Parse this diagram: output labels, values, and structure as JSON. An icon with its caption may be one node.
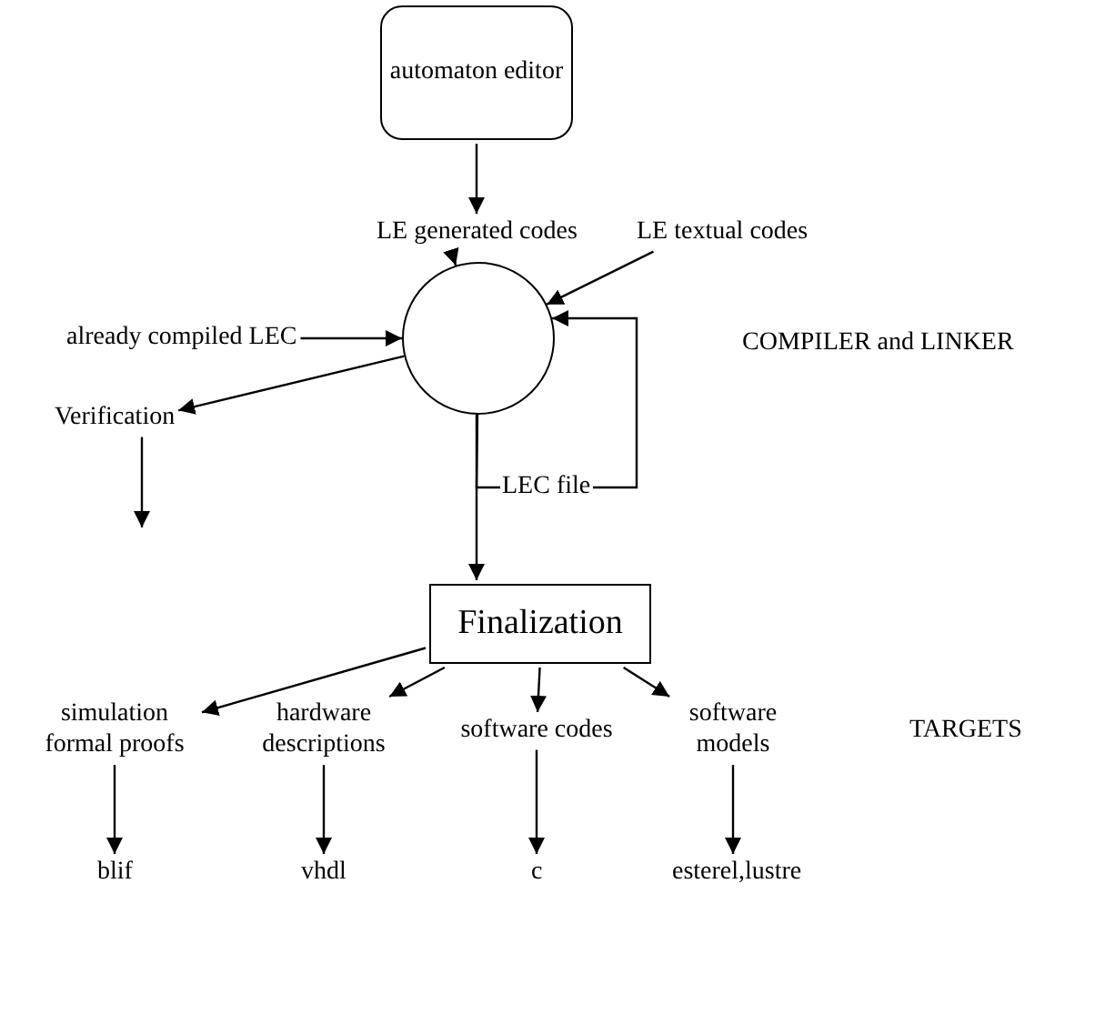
{
  "diagram": {
    "nodes": [
      {
        "text": [
          "automaton editor"
        ]
      },
      {
        "text": [
          "LE generated codes"
        ]
      },
      {
        "text": [
          "LE textual codes"
        ]
      },
      {
        "text": [
          "already compiled LEC"
        ]
      },
      {
        "text": [],
        "shape": "circle"
      },
      {
        "text": [
          "Verification"
        ]
      },
      {
        "text": [
          "Finalization"
        ]
      },
      {
        "text": [
          "simulation formal proofs"
        ]
      },
      {
        "text": [
          "hardware descriptions"
        ]
      },
      {
        "text": [
          "software codes"
        ]
      },
      {
        "text": [
          "software models"
        ]
      },
      {
        "text": [
          "blif"
        ]
      },
      {
        "text": [
          "vhdl"
        ]
      },
      {
        "text": [
          "c"
        ]
      },
      {
        "text": [
          "esterel,lustre"
        ]
      }
    ],
    "edges": [
      {
        "from": 0,
        "to": 1,
        "arrow": "to"
      },
      {
        "from": 1,
        "to": 4,
        "arrow": "to"
      },
      {
        "from": 2,
        "to": 4,
        "arrow": "to"
      },
      {
        "from": 3,
        "to": 4,
        "arrow": "to"
      },
      {
        "from": 4,
        "to": 5,
        "arrow": "to"
      },
      {
        "from": 5,
        "to": null,
        "arrow": "to"
      },
      {
        "from": 4,
        "to": 6,
        "label": "LEC file",
        "arrow": "to"
      },
      {
        "from": 4,
        "to": 4,
        "arrow": "to"
      },
      {
        "from": 6,
        "to": 7,
        "arrow": "to"
      },
      {
        "from": 6,
        "to": 8,
        "arrow": "to"
      },
      {
        "from": 6,
        "to": 9,
        "arrow": "to"
      },
      {
        "from": 6,
        "to": 10,
        "arrow": "to"
      },
      {
        "from": 7,
        "to": 11,
        "arrow": "to"
      },
      {
        "from": 8,
        "to": 12,
        "arrow": "to"
      },
      {
        "from": 9,
        "to": 13,
        "arrow": "to"
      },
      {
        "from": 10,
        "to": 14,
        "arrow": "to"
      }
    ],
    "labels": [
      "COMPILER and LINKER",
      "TARGETS"
    ]
  }
}
